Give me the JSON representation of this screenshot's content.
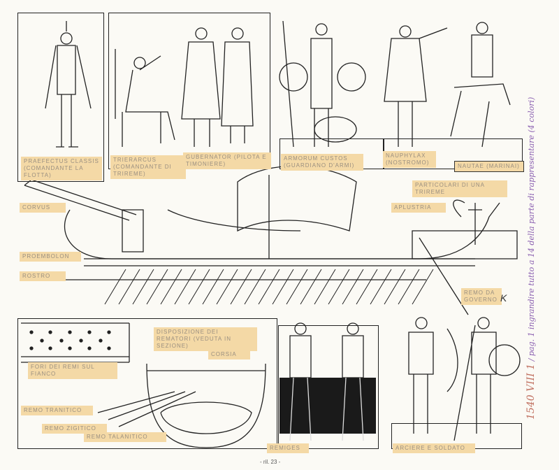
{
  "top_labels": {
    "praefectus": "PRAEFECTUS CLASSIS (COMANDANTE LA FLOTTA)",
    "trierarcus": "TRIERARCUS (COMANDANTE DI TRIREME)",
    "gubernator": "GUBERNATOR (PILOTA E TIMONIERE)",
    "armorum": "ARMORUM CUSTOS (GUARDIANO D'ARMI)",
    "nauphylax": "NAUPHYLAX (NOSTROMO)",
    "nautae": "NAUTAE (MARINAI)"
  },
  "ship_labels": {
    "title": "PARTICOLARI DI UNA TRIREME",
    "aplustria": "APLUSTRIA",
    "corvus": "CORVUS",
    "proembolon": "PROEMBOLON",
    "rostro": "ROSTRO",
    "remo_governo": "REMO DA GOVERNO",
    "signature": "K"
  },
  "bottom_labels": {
    "fori": "FORI DEI REMI SUL FIANCO",
    "disposizione": "DISPOSIZIONE DEI REMATORI (VEDUTA IN SEZIONE)",
    "corsia": "CORSIA",
    "remo_tranitico": "REMO TRANITICO",
    "remo_zigitico": "REMO ZIGITICO",
    "remo_talanitico": "REMO TALANITICO",
    "remiges": "REMIGES",
    "arcieri": "ARCIERE E SOLDATO"
  },
  "margin_note": {
    "code": "1540 VIII 1",
    "text": "/ pag. 1  ingrandire tutto a 14 della parte di rappresentare",
    "sub": "(4 colori)"
  },
  "footer": "- ril. 23 -"
}
